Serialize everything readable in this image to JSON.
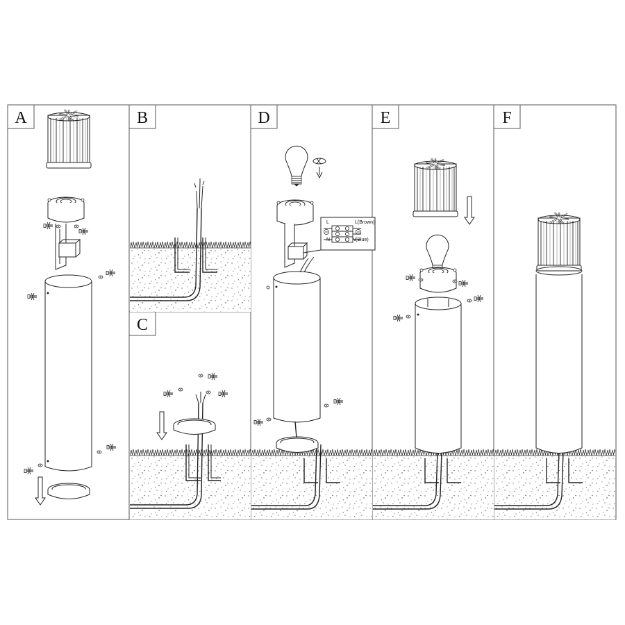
{
  "steps": [
    {
      "label": "A"
    },
    {
      "label": "B"
    },
    {
      "label": "C"
    },
    {
      "label": "D"
    },
    {
      "label": "E"
    },
    {
      "label": "F"
    }
  ],
  "terminal_block": {
    "left_live": "L",
    "left_neutral": "N",
    "right_live": "L(Brown)",
    "right_neutral": "N(Blue)"
  },
  "icons": [
    "bulb-icon",
    "screw-icon",
    "arrow-down-icon",
    "rotate-icon",
    "earth-symbol-icon",
    "grass-icon"
  ]
}
